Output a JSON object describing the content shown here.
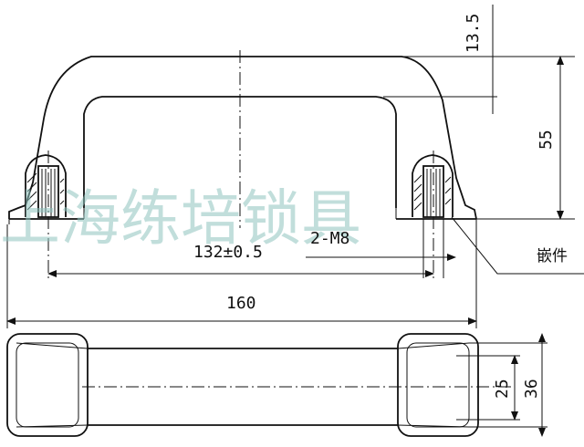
{
  "dimensions": {
    "height_top": "13.5",
    "height_total": "55",
    "hole_spacing": "132±0.5",
    "thread": "2-M8",
    "length_total": "160",
    "inner_width": "25",
    "outer_width": "36"
  },
  "labels": {
    "insert": "嵌件"
  },
  "watermark": {
    "text": "上海练培锁具"
  },
  "colors": {
    "line": "#111111",
    "watermark": "#8fc4bf"
  }
}
